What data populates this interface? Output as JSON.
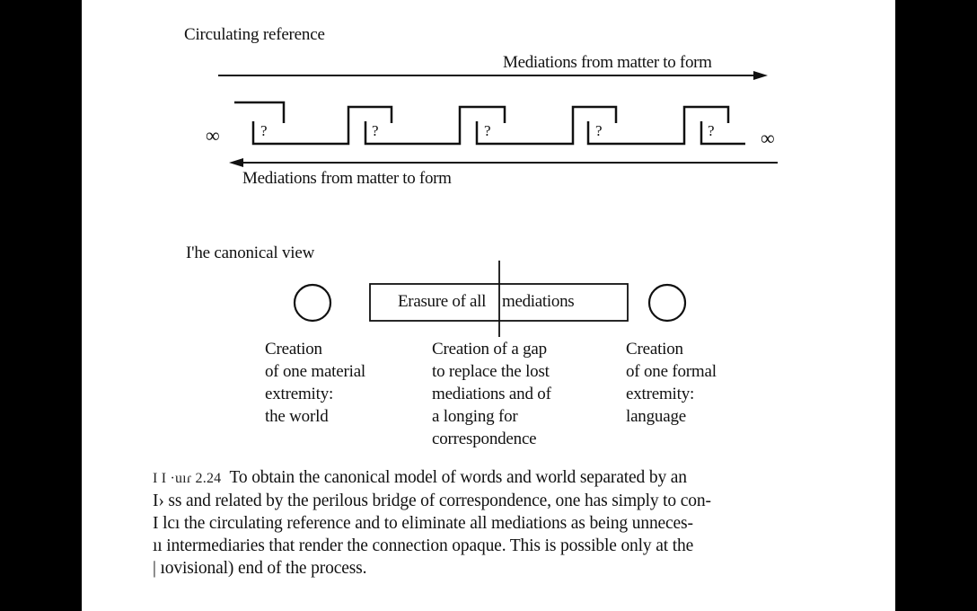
{
  "circulating": {
    "title": "Circulating reference",
    "top_arrow_label": "Mediations from matter to form",
    "bottom_arrow_label": "Mediations from matter to form",
    "left_symbol": "∞",
    "right_symbol": "∞",
    "gap_marks": [
      "?",
      "?",
      "?",
      "?",
      "?"
    ]
  },
  "canonical": {
    "title": "I'he canonical view",
    "box_label_left": "Erasure of all",
    "box_label_right": "mediations",
    "columns": [
      {
        "lines": [
          "Creation",
          "of one material",
          "extremity:",
          "the world"
        ]
      },
      {
        "lines": [
          "Creation of a gap",
          "to replace the lost",
          "mediations and of",
          "a longing for",
          "correspondence"
        ]
      },
      {
        "lines": [
          "Creation",
          "of one formal",
          "extremity:",
          "language"
        ]
      }
    ]
  },
  "caption": {
    "figure_label": "I I ·uıɾ 2.24",
    "lines": [
      "To obtain the canonical model of words and world separated by an",
      "I› ss and related by the perilous bridge of correspondence, one has simply to con-",
      "I lcı the circulating reference and to eliminate all mediations as being unneces-",
      "ıı   intermediaries that render the connection opaque. This is possible only at the",
      "| ıovisional) end of the process."
    ]
  }
}
